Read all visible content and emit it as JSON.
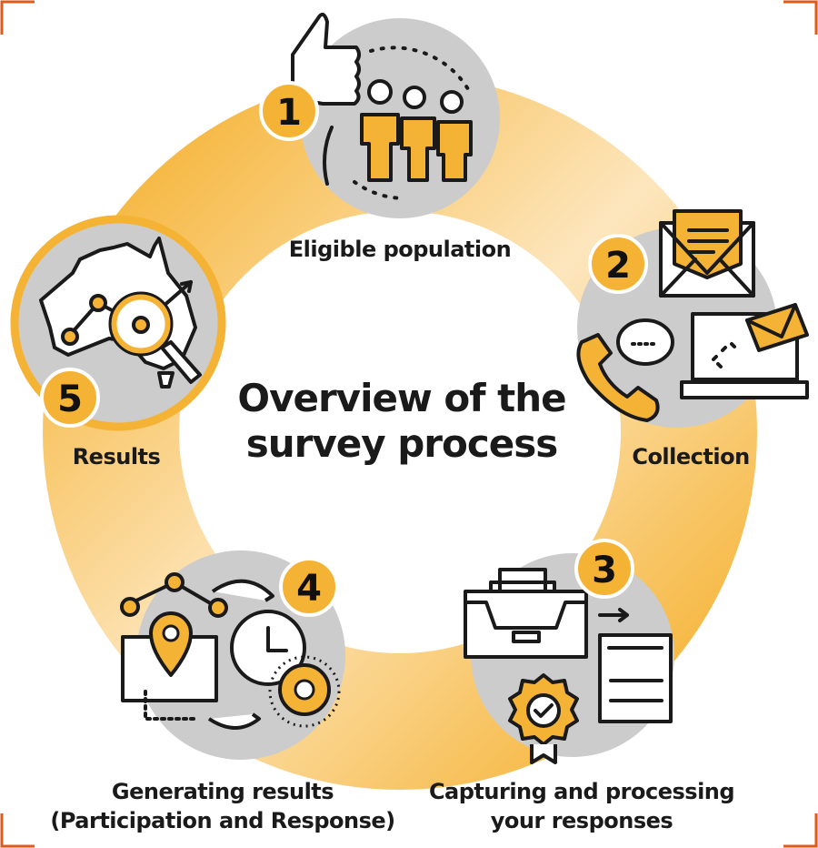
{
  "title": {
    "line1": "Overview of the",
    "line2": "survey process"
  },
  "colors": {
    "accent": "#f5b335",
    "circle": "#cccccc",
    "ring_light": "#fbe3b5",
    "corner": "#e05a1a"
  },
  "steps": [
    {
      "number": "1",
      "label": "Eligible population",
      "icon": "people-thumbs-up-icon"
    },
    {
      "number": "2",
      "label": "Collection",
      "icon": "envelope-phone-laptop-icon"
    },
    {
      "number": "3",
      "label1": "Capturing and processing",
      "label2": "your responses",
      "icon": "filing-cabinet-printer-icon"
    },
    {
      "number": "4",
      "label1": "Generating results",
      "label2": "(Participation and Response)",
      "icon": "map-pin-clock-gear-icon"
    },
    {
      "number": "5",
      "label": "Results",
      "icon": "australia-map-magnifier-icon"
    }
  ]
}
